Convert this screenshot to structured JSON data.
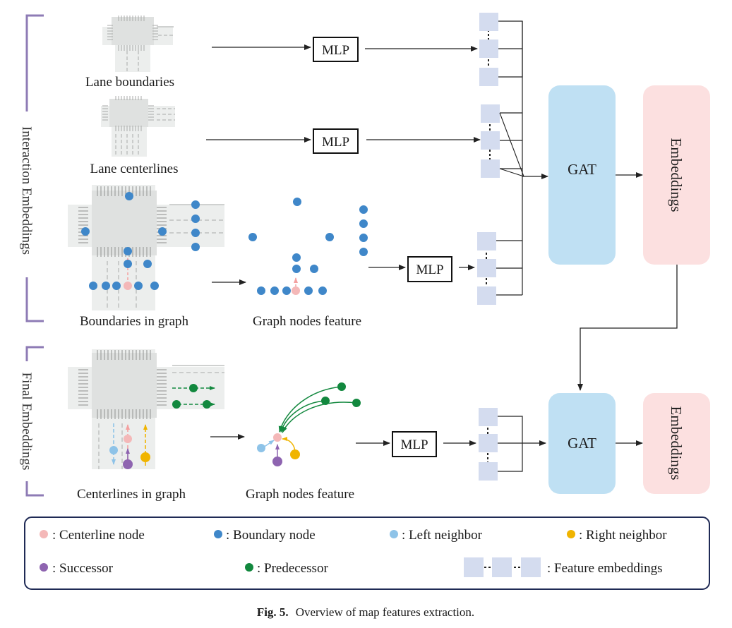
{
  "side_labels": {
    "interaction": "Interaction Embeddings",
    "final": "Final Embeddings"
  },
  "panels": {
    "lane_boundaries": "Lane boundaries",
    "lane_centerlines": "Lane centerlines",
    "boundaries_in_graph": "Boundaries in  graph",
    "graph_nodes_feature_top": "Graph nodes feature",
    "centerlines_in_graph": "Centerlines in  graph",
    "graph_nodes_feature_bottom": "Graph nodes feature"
  },
  "blocks": {
    "mlp": "MLP",
    "gat": "GAT",
    "embeddings": "Embeddings"
  },
  "legend": {
    "centerline_node": ": Centerline node",
    "boundary_node": ": Boundary node",
    "left_neighbor": ": Left neighbor",
    "right_neighbor": ": Right neighbor",
    "successor": ": Successor",
    "predecessor": ": Predecessor",
    "feature_embeddings": ": Feature embeddings"
  },
  "caption": {
    "label": "Fig. 5.",
    "text": "Overview of map features extraction."
  },
  "colors": {
    "centerline_node": "#f4b8b8",
    "boundary_node": "#3f87c9",
    "left_neighbor": "#8ec3e8",
    "right_neighbor": "#f0b400",
    "successor": "#8e64b0",
    "predecessor": "#12883e",
    "gat_fill": "#bfe0f3",
    "embeddings_fill": "#fce0e0",
    "feature_fill": "#d4dcef",
    "bracket": "#8e7bb5",
    "legend_border": "#1f2a55"
  }
}
